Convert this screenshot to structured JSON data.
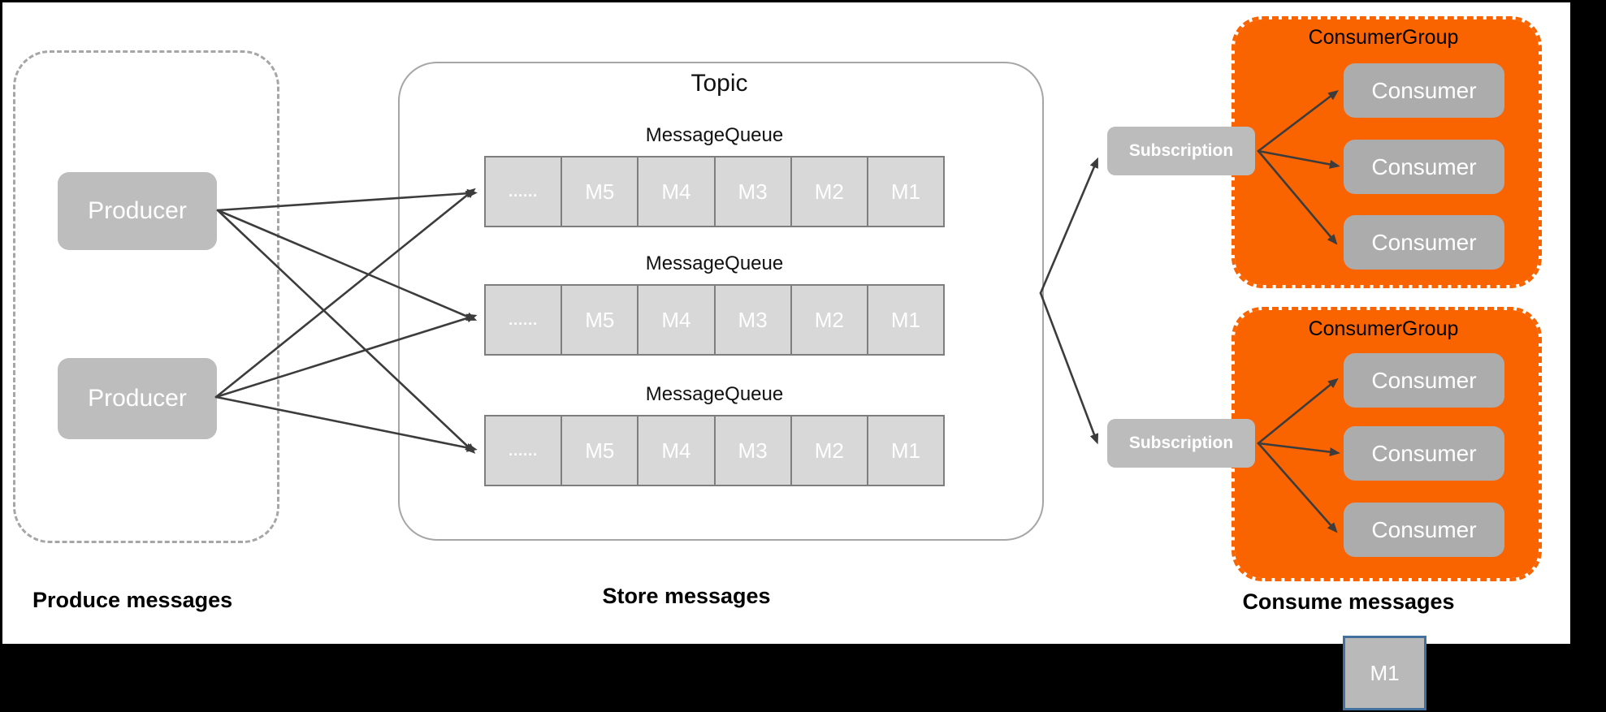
{
  "diagram_title": "Message queue topic produce/store/consume flow",
  "producers": {
    "section_label": "Produce messages",
    "items": [
      {
        "label": "Producer"
      },
      {
        "label": "Producer"
      }
    ]
  },
  "topic": {
    "title": "Topic",
    "section_label": "Store messages",
    "rows": [
      {
        "label": "MessageQueue",
        "cells": [
          "......",
          "M5",
          "M4",
          "M3",
          "M2",
          "M1"
        ]
      },
      {
        "label": "MessageQueue",
        "cells": [
          "......",
          "M5",
          "M4",
          "M3",
          "M2",
          "M1"
        ]
      },
      {
        "label": "MessageQueue",
        "cells": [
          "......",
          "M5",
          "M4",
          "M3",
          "M2",
          "M1"
        ]
      }
    ]
  },
  "subscriptions": [
    {
      "label": "Subscription"
    },
    {
      "label": "Subscription"
    }
  ],
  "consumer_groups": {
    "section_label": "Consume messages",
    "groups": [
      {
        "title": "ConsumerGroup",
        "consumers": [
          {
            "label": "Consumer"
          },
          {
            "label": "Consumer"
          },
          {
            "label": "Consumer"
          }
        ]
      },
      {
        "title": "ConsumerGroup",
        "consumers": [
          {
            "label": "Consumer"
          },
          {
            "label": "Consumer"
          },
          {
            "label": "Consumer"
          }
        ]
      }
    ]
  },
  "legend": {
    "label": "M1"
  },
  "colors": {
    "consumer_group_orange": "#fa6400",
    "node_gray": "#bdbdbd",
    "consumer_gray": "#acacac",
    "queue_cell_fill": "#d8d8d8",
    "queue_cell_border": "#7e7e7e",
    "topic_border": "#a6a6a6",
    "arrow": "#3c3c3c",
    "legend_border": "#41719c",
    "frame_background": "#000000"
  }
}
